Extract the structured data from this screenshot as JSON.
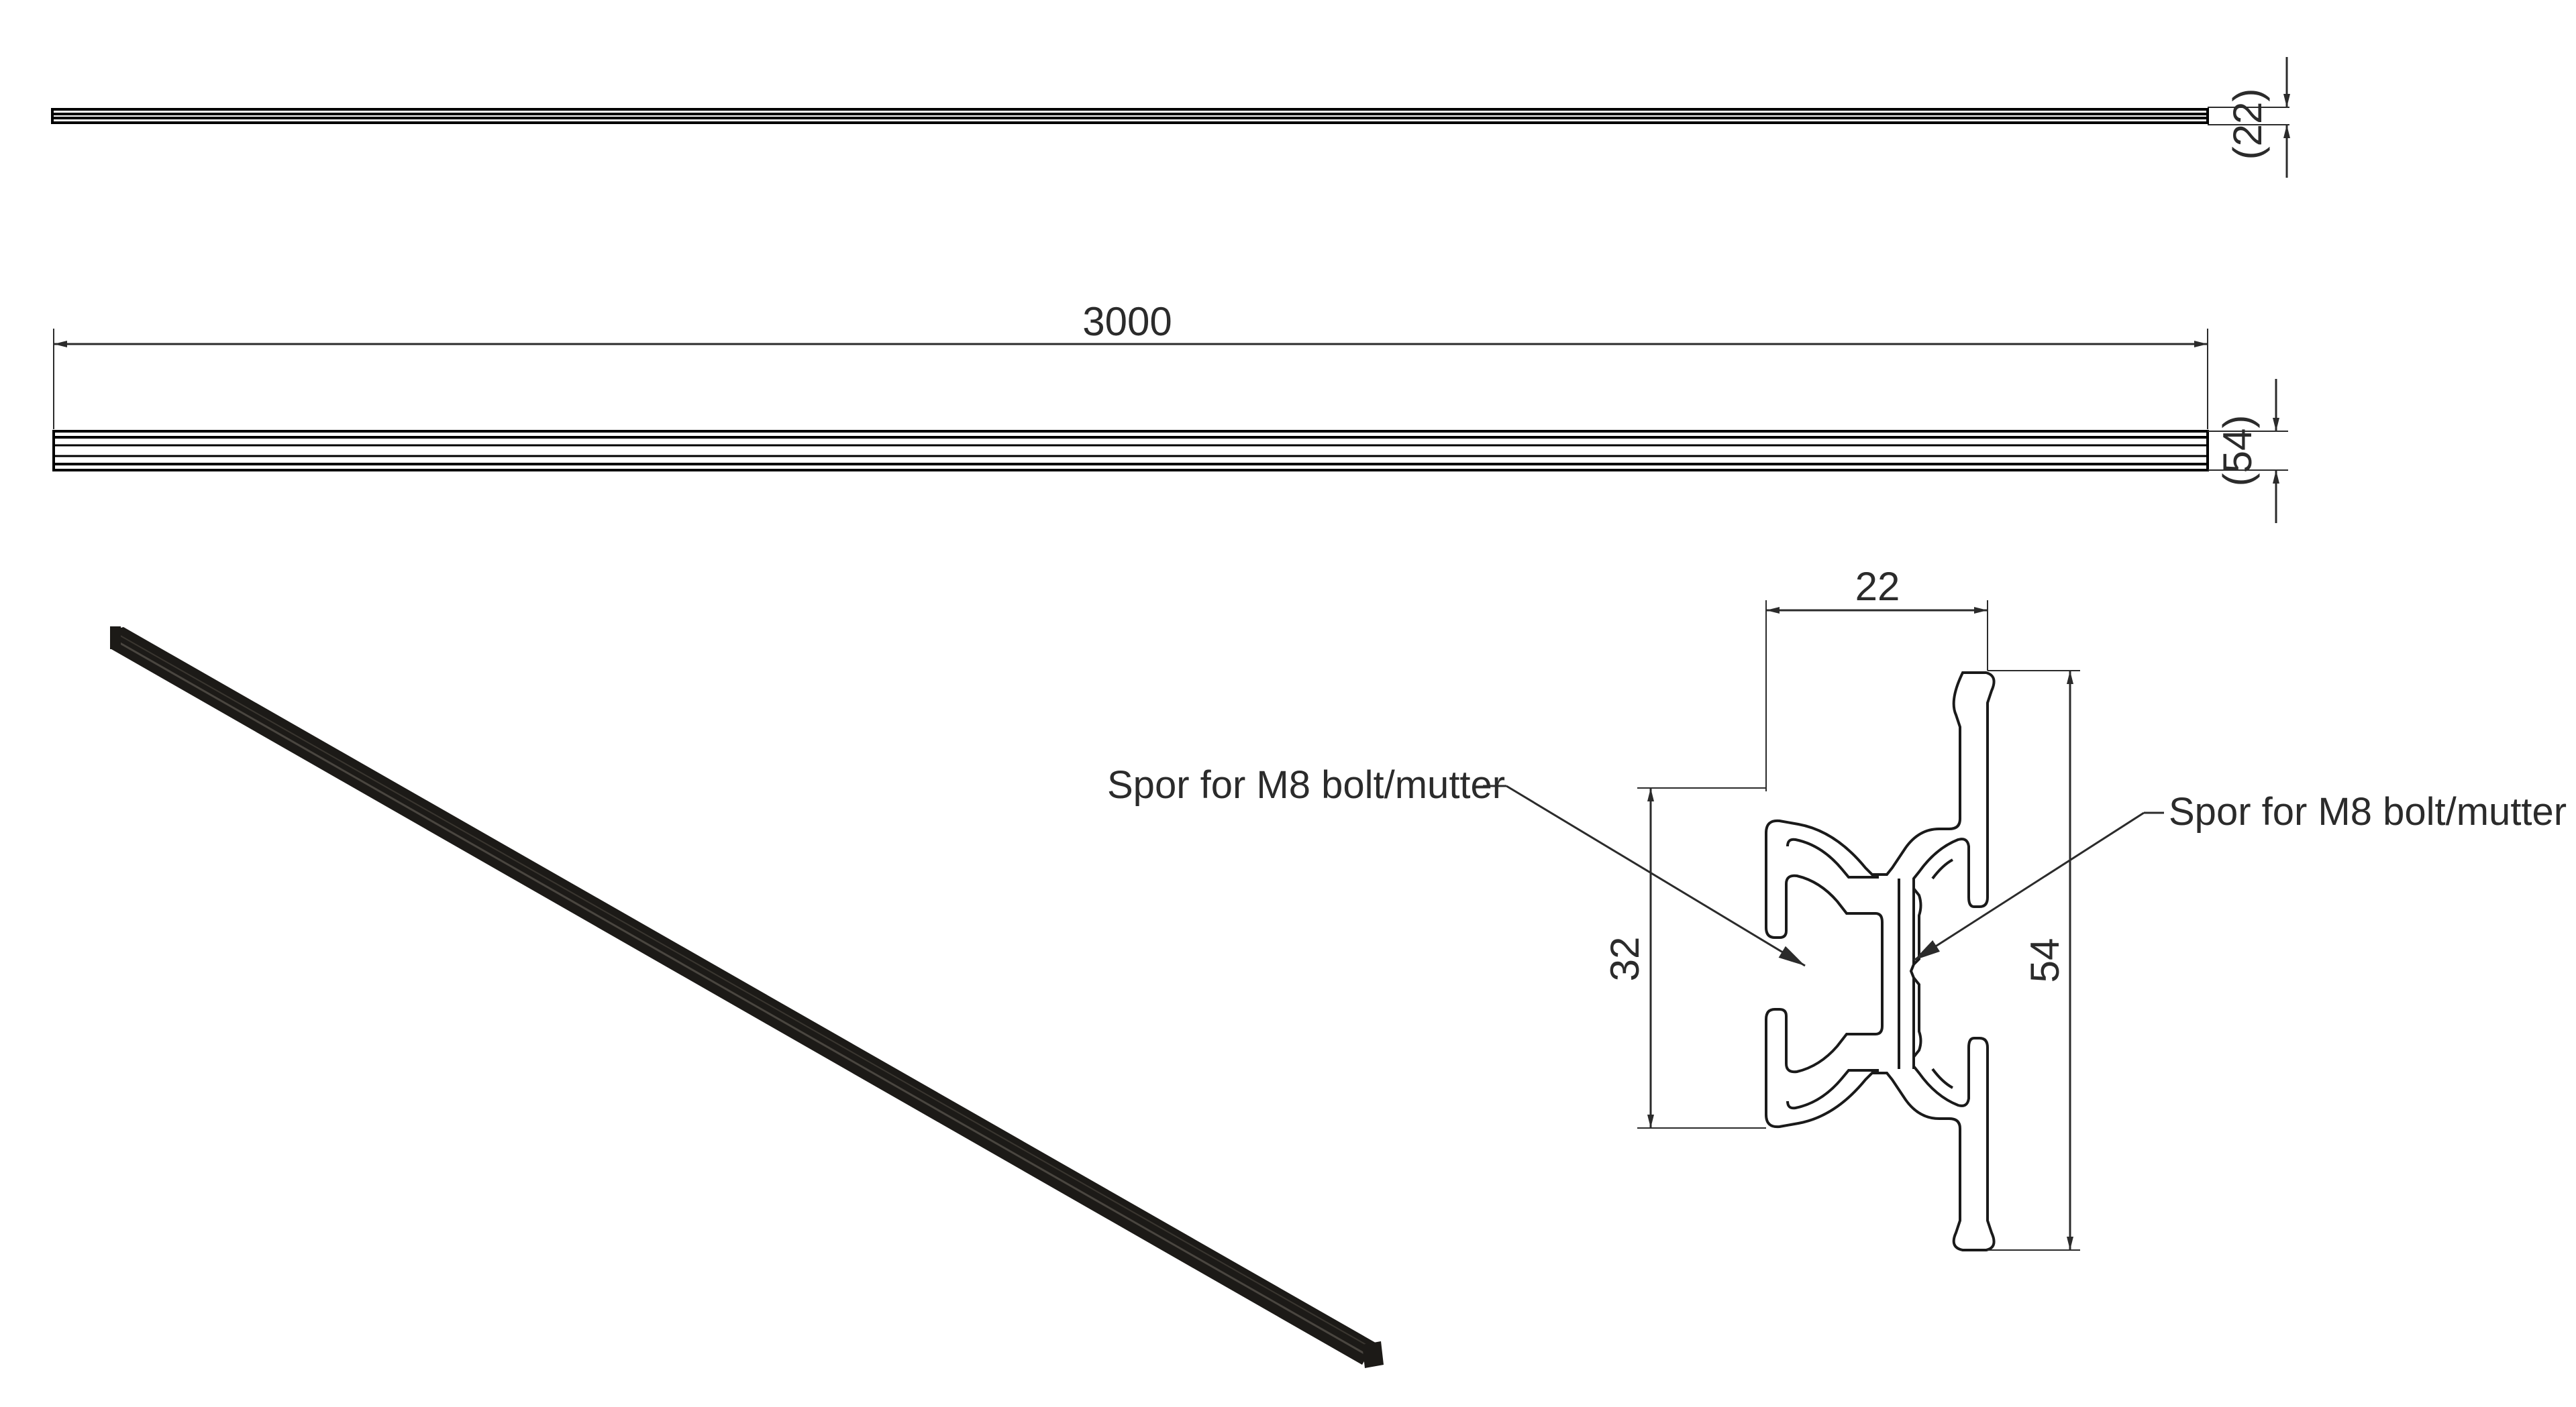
{
  "top_view": {
    "height_dim": "(22)"
  },
  "side_view": {
    "length_dim": "3000",
    "height_dim": "(54)"
  },
  "section": {
    "width_dim": "22",
    "slot_height_dim": "32",
    "total_height_dim": "54",
    "callout_left": "Spor for M8 bolt/mutter",
    "callout_right": "Spor for M8 bolt/mutter"
  },
  "colors": {
    "line": "#2b2b2b",
    "profile_iso": "#1c1a17"
  }
}
